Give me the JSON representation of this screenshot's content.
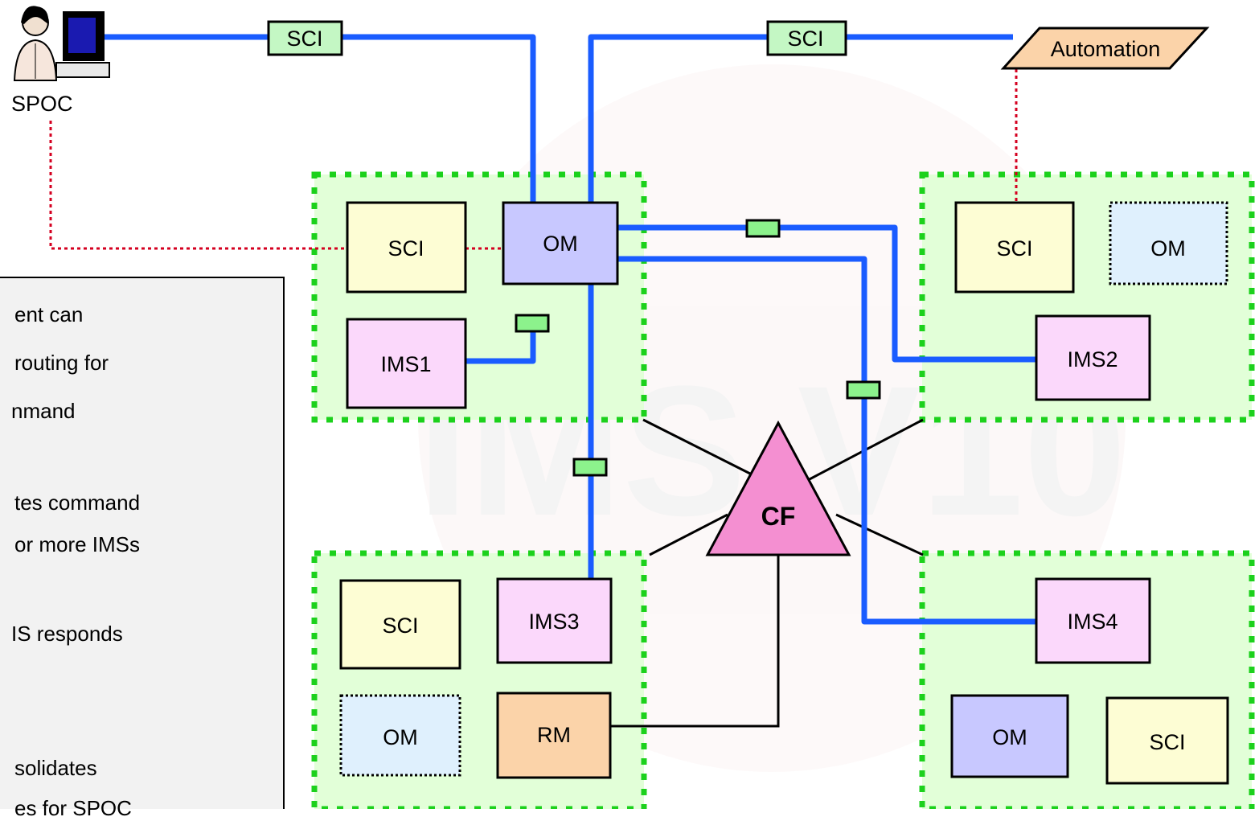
{
  "colors": {
    "blue_link": "#1a5cff",
    "black_link": "#000000",
    "dotted_red": "#d40020",
    "group_fill": "#e2ffd8",
    "group_border": "#1cd11c",
    "sci_fill": "#fdfdd4",
    "om_fill": "#c8c8ff",
    "om_inactive_fill": "#dff0fd",
    "ims_fill": "#fbd8fb",
    "rm_fill": "#fbd3a9",
    "cf_fill": "#f48fd1",
    "connector_fill": "#8cf28c",
    "tag_fill": "#c4f7c4",
    "automation_fill": "#fbd3a9"
  },
  "spoc": {
    "label": "SPOC",
    "icon": "user-at-workstation-icon"
  },
  "automation": {
    "label": "Automation"
  },
  "link_tags": [
    "SCI",
    "SCI"
  ],
  "groups": {
    "top_left": {
      "sci": "SCI",
      "om": "OM",
      "ims": "IMS1"
    },
    "top_right": {
      "sci": "SCI",
      "om": "OM",
      "ims": "IMS2"
    },
    "bottom_left": {
      "sci": "SCI",
      "ims": "IMS3",
      "om": "OM",
      "rm": "RM"
    },
    "bottom_right": {
      "ims": "IMS4",
      "om": "OM",
      "sci": "SCI"
    }
  },
  "cf": {
    "label": "CF"
  },
  "watermark": {
    "text": "IMS V10"
  },
  "notes": {
    "lines": [
      "ent can",
      "routing for",
      "nmand",
      "tes command",
      "or more IMSs",
      "IS responds",
      "solidates",
      "es for SPOC"
    ]
  }
}
